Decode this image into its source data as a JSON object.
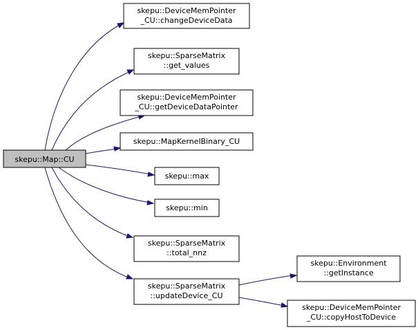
{
  "diagram": {
    "root": {
      "id": "map_cu",
      "label_lines": [
        "skepu::Map::CU"
      ]
    },
    "nodes": [
      {
        "id": "change_device_data",
        "label_lines": [
          "skepu::DeviceMemPointer",
          "_CU::changeDeviceData"
        ]
      },
      {
        "id": "get_values",
        "label_lines": [
          "skepu::SparseMatrix",
          "::get_values"
        ]
      },
      {
        "id": "get_device_data_pointer",
        "label_lines": [
          "skepu::DeviceMemPointer",
          "_CU::getDeviceDataPointer"
        ]
      },
      {
        "id": "map_kernel_binary_cu",
        "label_lines": [
          "skepu::MapKernelBinary_CU"
        ]
      },
      {
        "id": "max",
        "label_lines": [
          "skepu::max"
        ]
      },
      {
        "id": "min",
        "label_lines": [
          "skepu::min"
        ]
      },
      {
        "id": "total_nnz",
        "label_lines": [
          "skepu::SparseMatrix",
          "::total_nnz"
        ]
      },
      {
        "id": "update_device_cu",
        "label_lines": [
          "skepu::SparseMatrix",
          "::updateDevice_CU"
        ]
      },
      {
        "id": "get_instance",
        "label_lines": [
          "skepu::Environment",
          "::getInstance"
        ]
      },
      {
        "id": "copy_host_to_device",
        "label_lines": [
          "skepu::DeviceMemPointer",
          "_CU::copyHostToDevice"
        ]
      }
    ],
    "edges": [
      {
        "from": "map_cu",
        "to": "change_device_data"
      },
      {
        "from": "map_cu",
        "to": "get_values"
      },
      {
        "from": "map_cu",
        "to": "get_device_data_pointer"
      },
      {
        "from": "map_cu",
        "to": "map_kernel_binary_cu"
      },
      {
        "from": "map_cu",
        "to": "max"
      },
      {
        "from": "map_cu",
        "to": "min"
      },
      {
        "from": "map_cu",
        "to": "total_nnz"
      },
      {
        "from": "map_cu",
        "to": "update_device_cu"
      },
      {
        "from": "update_device_cu",
        "to": "get_instance"
      },
      {
        "from": "update_device_cu",
        "to": "copy_host_to_device"
      }
    ],
    "colors": {
      "edge": "#191970",
      "root_fill": "#bfbfbf",
      "node_fill": "#ffffff",
      "node_border": "#000000"
    }
  }
}
